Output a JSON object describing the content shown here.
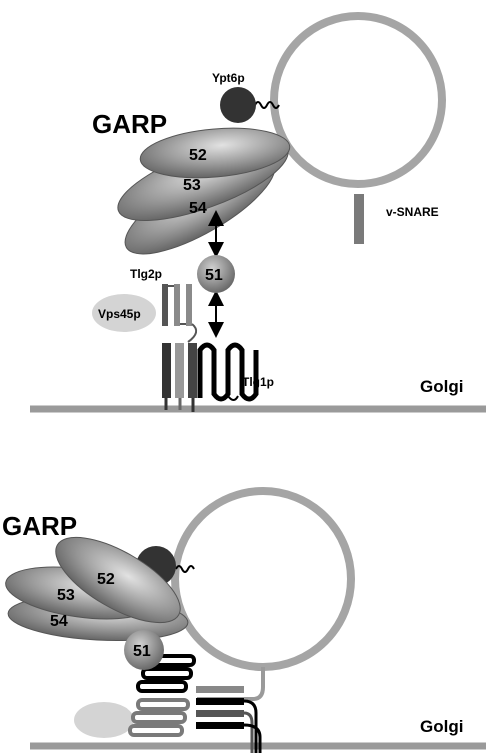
{
  "top_panel": {
    "complex_label": "GARP",
    "subunits": [
      "52",
      "53",
      "54"
    ],
    "tethering_subunit": "51",
    "rab_label": "Ypt6p",
    "vsnare_label": "v-SNARE",
    "tsnare_left_label": "Tlg2p",
    "sm_protein_label": "Vps45p",
    "tsnare_right_label": "Tlg1p",
    "membrane_label": "Golgi"
  },
  "bottom_panel": {
    "complex_label": "GARP",
    "subunits": [
      "52",
      "53",
      "54"
    ],
    "tethering_subunit": "51",
    "membrane_label": "Golgi"
  },
  "colors": {
    "membrane": "#9a9a9a",
    "vesicle": "#a5a5a5",
    "subunit_dark": "#6e6e6e",
    "subunit_light": "#d8d8d8",
    "rab": "#333333",
    "sm_protein": "#d4d4d4"
  }
}
